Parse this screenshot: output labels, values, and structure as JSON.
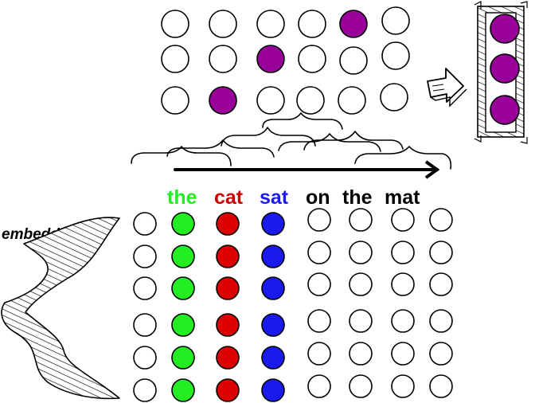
{
  "colors": {
    "empty": "#ffffff",
    "highlight": "#990099",
    "word_the": "#22ee22",
    "word_cat": "#dd0000",
    "word_sat": "#1a1aee",
    "outline": "#000000"
  },
  "sentence": {
    "words": [
      {
        "text": "the",
        "color": "#22ee22"
      },
      {
        "text": "cat",
        "color": "#cc0000"
      },
      {
        "text": "sat",
        "color": "#1a1aee"
      },
      {
        "text": "on",
        "color": "#000000"
      },
      {
        "text": "the",
        "color": "#000000"
      },
      {
        "text": "mat",
        "color": "#000000"
      }
    ]
  },
  "embeddings": {
    "label": "embeddings",
    "rows": 6,
    "columns": [
      {
        "fill": "empty"
      },
      {
        "fill": "word_the"
      },
      {
        "fill": "word_cat"
      },
      {
        "fill": "word_sat"
      },
      {
        "fill": "empty"
      },
      {
        "fill": "empty"
      },
      {
        "fill": "empty"
      },
      {
        "fill": "empty"
      }
    ]
  },
  "feature_maps": {
    "rows": [
      [
        false,
        false,
        false,
        false,
        true,
        false
      ],
      [
        false,
        false,
        true,
        false,
        false,
        false
      ],
      [
        false,
        true,
        false,
        false,
        false,
        false
      ]
    ]
  },
  "pooled_output": {
    "values": [
      true,
      true,
      true
    ]
  },
  "icons": {
    "direction_arrow": "right-arrow-icon",
    "pooling_arrow": "hatched-right-arrow-icon",
    "embedding_brace": "hatched-brace-icon"
  }
}
